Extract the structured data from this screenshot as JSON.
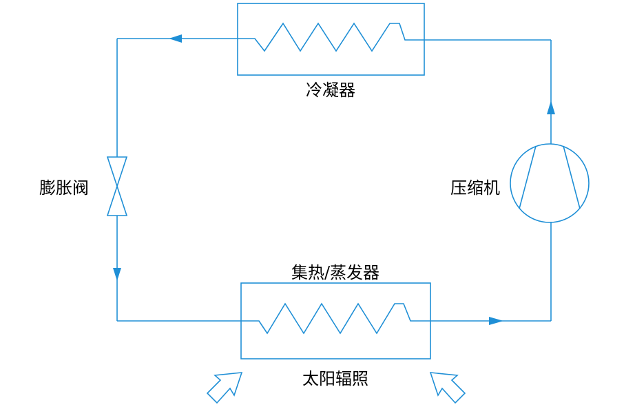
{
  "labels": {
    "condenser": "冷凝器",
    "expansion_valve": "膨胀阀",
    "compressor": "压缩机",
    "collector_evaporator": "集热/蒸发器",
    "solar_radiation": "太阳辐照"
  },
  "colors": {
    "line": "#1f8fd6",
    "text": "#000000"
  }
}
